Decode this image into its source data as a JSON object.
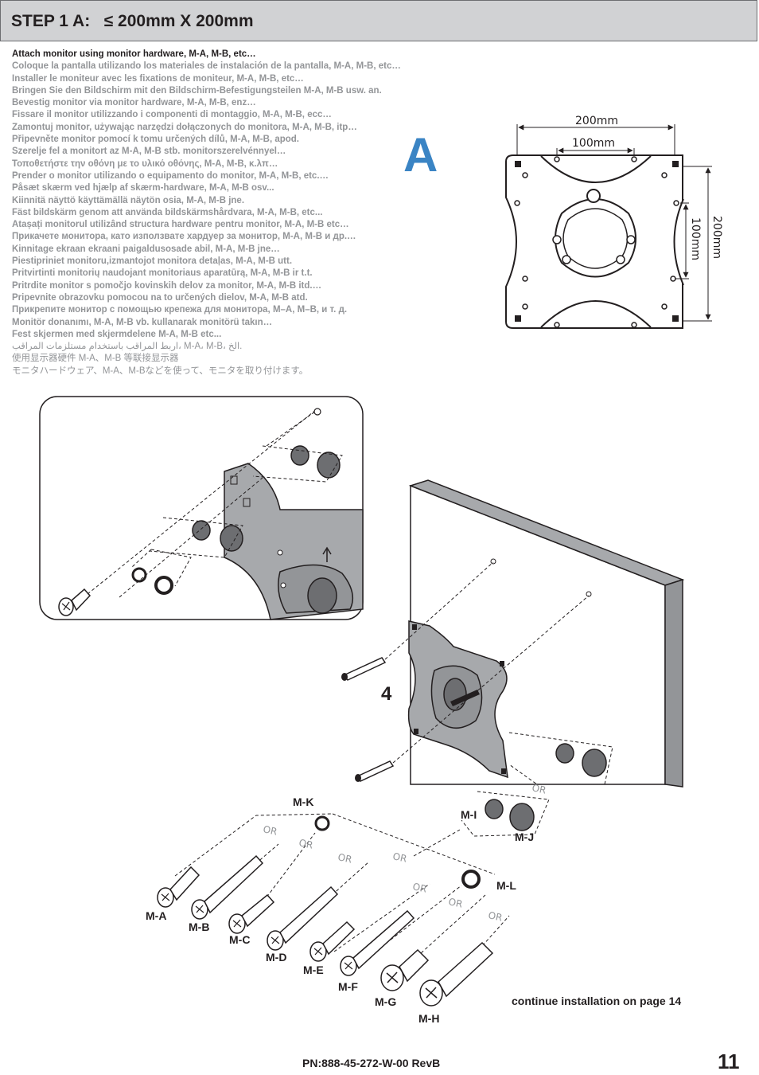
{
  "header": {
    "title": "STEP 1 A:   ≤ 200mm X 200mm"
  },
  "instructions": [
    "Attach monitor using monitor hardware, M-A, M-B, etc…",
    "Coloque la pantalla utilizando los materiales de instalación de la pantalla, M-A, M-B, etc…",
    "Installer le moniteur avec les fixations de moniteur, M-A, M-B, etc…",
    "Bringen Sie den Bildschirm mit den Bildschirm-Befestigungsteilen M-A, M-B usw. an.",
    "Bevestig monitor via monitor hardware, M-A, M-B, enz…",
    "Fissare il monitor utilizzando i componenti di montaggio, M-A, M-B, ecc…",
    "Zamontuj monitor, używając narzędzi dołączonych do monitora, M-A, M-B, itp…",
    "Připevněte monitor pomocí k tomu určených dílů, M-A, M-B, apod.",
    "Szerelje fel a monitort az M-A, M-B stb. monitorszerelvénnyel…",
    "Τοποθετήστε την οθόνη με το υλικό οθόνης, M-A, M-B, κ.λπ…",
    "Prender o monitor utilizando o equipamento do monitor, M-A, M-B, etc.…",
    "Påsæt skærm ved hjælp af skærm-hardware, M-A, M-B osv...",
    "Kiinnitä näyttö käyttämällä näytön osia, M-A, M-B jne.",
    "Fäst bildskärm genom att använda bildskärmshårdvara, M-A, M-B, etc...",
    "Atașați monitorul utilizând structura hardware pentru monitor, M-A, M-B etc…",
    "Прикачете монитора, като използвате хардуер за монитор, M-A, M-B и др.…",
    "Kinnitage ekraan ekraani paigaldusosade abil, M-A, M-B jne…",
    "Piestipriniet monitoru,izmantojot monitora detaļas, M-A, M-B utt.",
    "Pritvirtinti monitorių naudojant monitoriaus aparatūrą, M-A, M-B ir t.t.",
    "Pritrdite monitor s pomočjo kovinskih delov za monitor, M-A, M-B itd.…",
    "Pripevnite obrazovku pomocou na to určených dielov, M-A, M-B atd.",
    "Прикрепите монитор с помощью крепежа для монитора, M–A, M–B, и т. д.",
    "Monitör donanımı, M-A, M-B vb. kullanarak monitörü takın…",
    "Fest skjermen med skjermdelene M-A, M-B etc...",
    "اربط المراقب باستخدام مستلزمات المراقب، M-A، M-B، الخ.",
    "使用显示器硬件 M-A、M-B 等联接显示器",
    "モニタハードウェア、M-A、M-Bなどを使って、モニタを取り付けます。"
  ],
  "big_letter": "A",
  "dimensions": {
    "outer_width": "200mm",
    "inner_width": "100mm",
    "outer_height": "200mm",
    "inner_height": "100mm"
  },
  "step_number": "4",
  "or_label": "OR",
  "hardware_labels": {
    "ma": "M-A",
    "mb": "M-B",
    "mc": "M-C",
    "md": "M-D",
    "me": "M-E",
    "mf": "M-F",
    "mg": "M-G",
    "mh": "M-H",
    "mi": "M-I",
    "mj": "M-J",
    "mk": "M-K",
    "ml": "M-L"
  },
  "continue_text": "continue installation on page 14",
  "footer": {
    "part_number": "PN:888-45-272-W-00 RevB",
    "page_number": "11"
  },
  "colors": {
    "header_bg": "#d1d2d4",
    "text_dark": "#231f20",
    "text_gray": "#939598",
    "accent_blue": "#3a84c4",
    "plate_gray": "#a7a9ac"
  }
}
